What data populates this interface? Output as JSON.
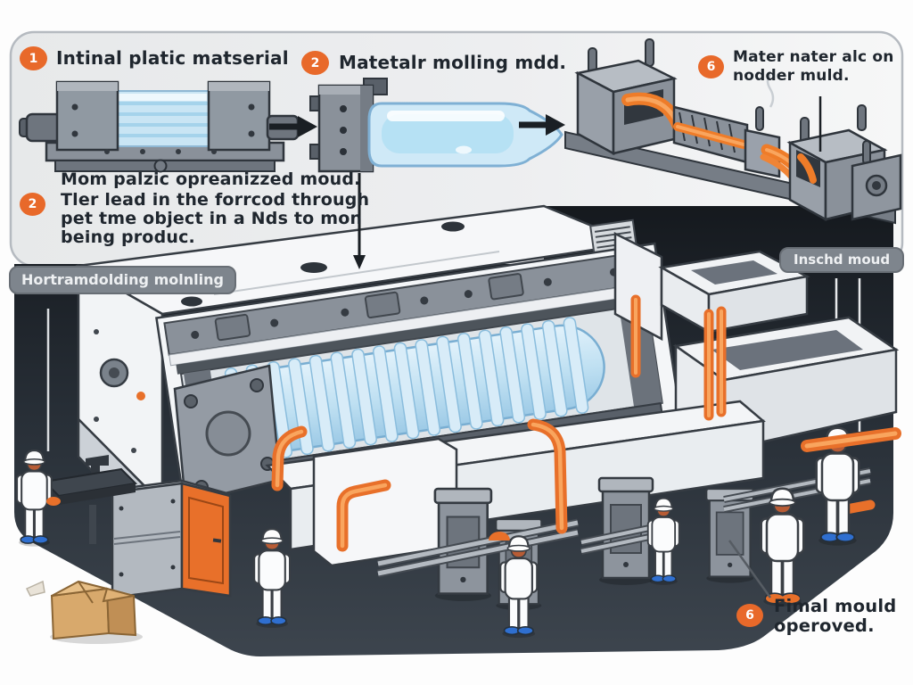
{
  "colors": {
    "accent_orange": "#e8692a",
    "panel_gray": "#e9eaec",
    "panel_border": "#b5bac0",
    "floor_dark": "#272e36",
    "material_blue": "#c4e2f4",
    "tag_gray": "#7e858d",
    "text_dark": "#1f262e",
    "machine_white": "#f4f6f8",
    "machine_gray": "#8a919a"
  },
  "annotations": {
    "step1": {
      "badge": "1",
      "label": "Intinal platic matserial"
    },
    "step2": {
      "badge": "2",
      "label": "Matetalr molling mdd."
    },
    "step6": {
      "badge": "6",
      "line1": "Mater nater alc on",
      "line2": "nodder muld."
    },
    "note": {
      "badge": "2",
      "intro": "Mom palzic opreanizzed moud.",
      "line1": "Tler lead in the forrcod through",
      "line2": "pet tme object in a Nds to mon",
      "line3": "being produc."
    },
    "tag_left": {
      "line1": "Hortramdolding",
      "line2": "molnling"
    },
    "tag_right": {
      "label": "Inschd moud"
    },
    "final": {
      "badge": "6",
      "line1": "Fimal mould",
      "line2": "operoved."
    }
  }
}
